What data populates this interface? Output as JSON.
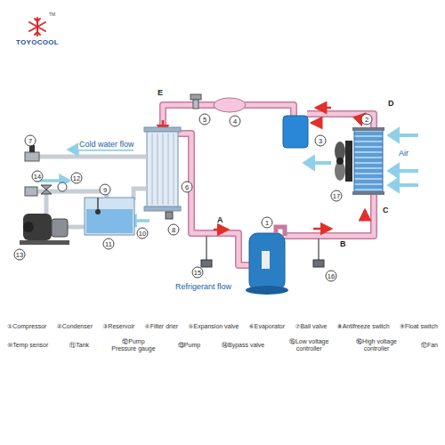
{
  "diagram": {
    "labels": [
      "TM",
      "TOYOCOOL",
      "Cold water flow",
      "Air",
      "Refrigerant flow",
      "E",
      "D",
      "C",
      "B",
      "A",
      "1",
      "2",
      "3",
      "4",
      "5",
      "6",
      "7",
      "8",
      "9",
      "10",
      "11",
      "12",
      "13",
      "14",
      "15",
      "16",
      "17",
      "①Compressor",
      "②Condenser",
      "③Reservoir",
      "④Filter drier",
      "⑤Expansion valve",
      "⑥Evaporator",
      "⑦Ball valve",
      "⑧Antifreeze switch",
      "⑨Float switch",
      "⑩Temp sensor",
      "⑪Tank",
      "⑫Pump Pressure gauge",
      "⑬Pump",
      "⑭Bypass valve",
      "⑮Low voltage controller",
      "⑯High voltage controller",
      "⑰Fan"
    ]
  }
}
